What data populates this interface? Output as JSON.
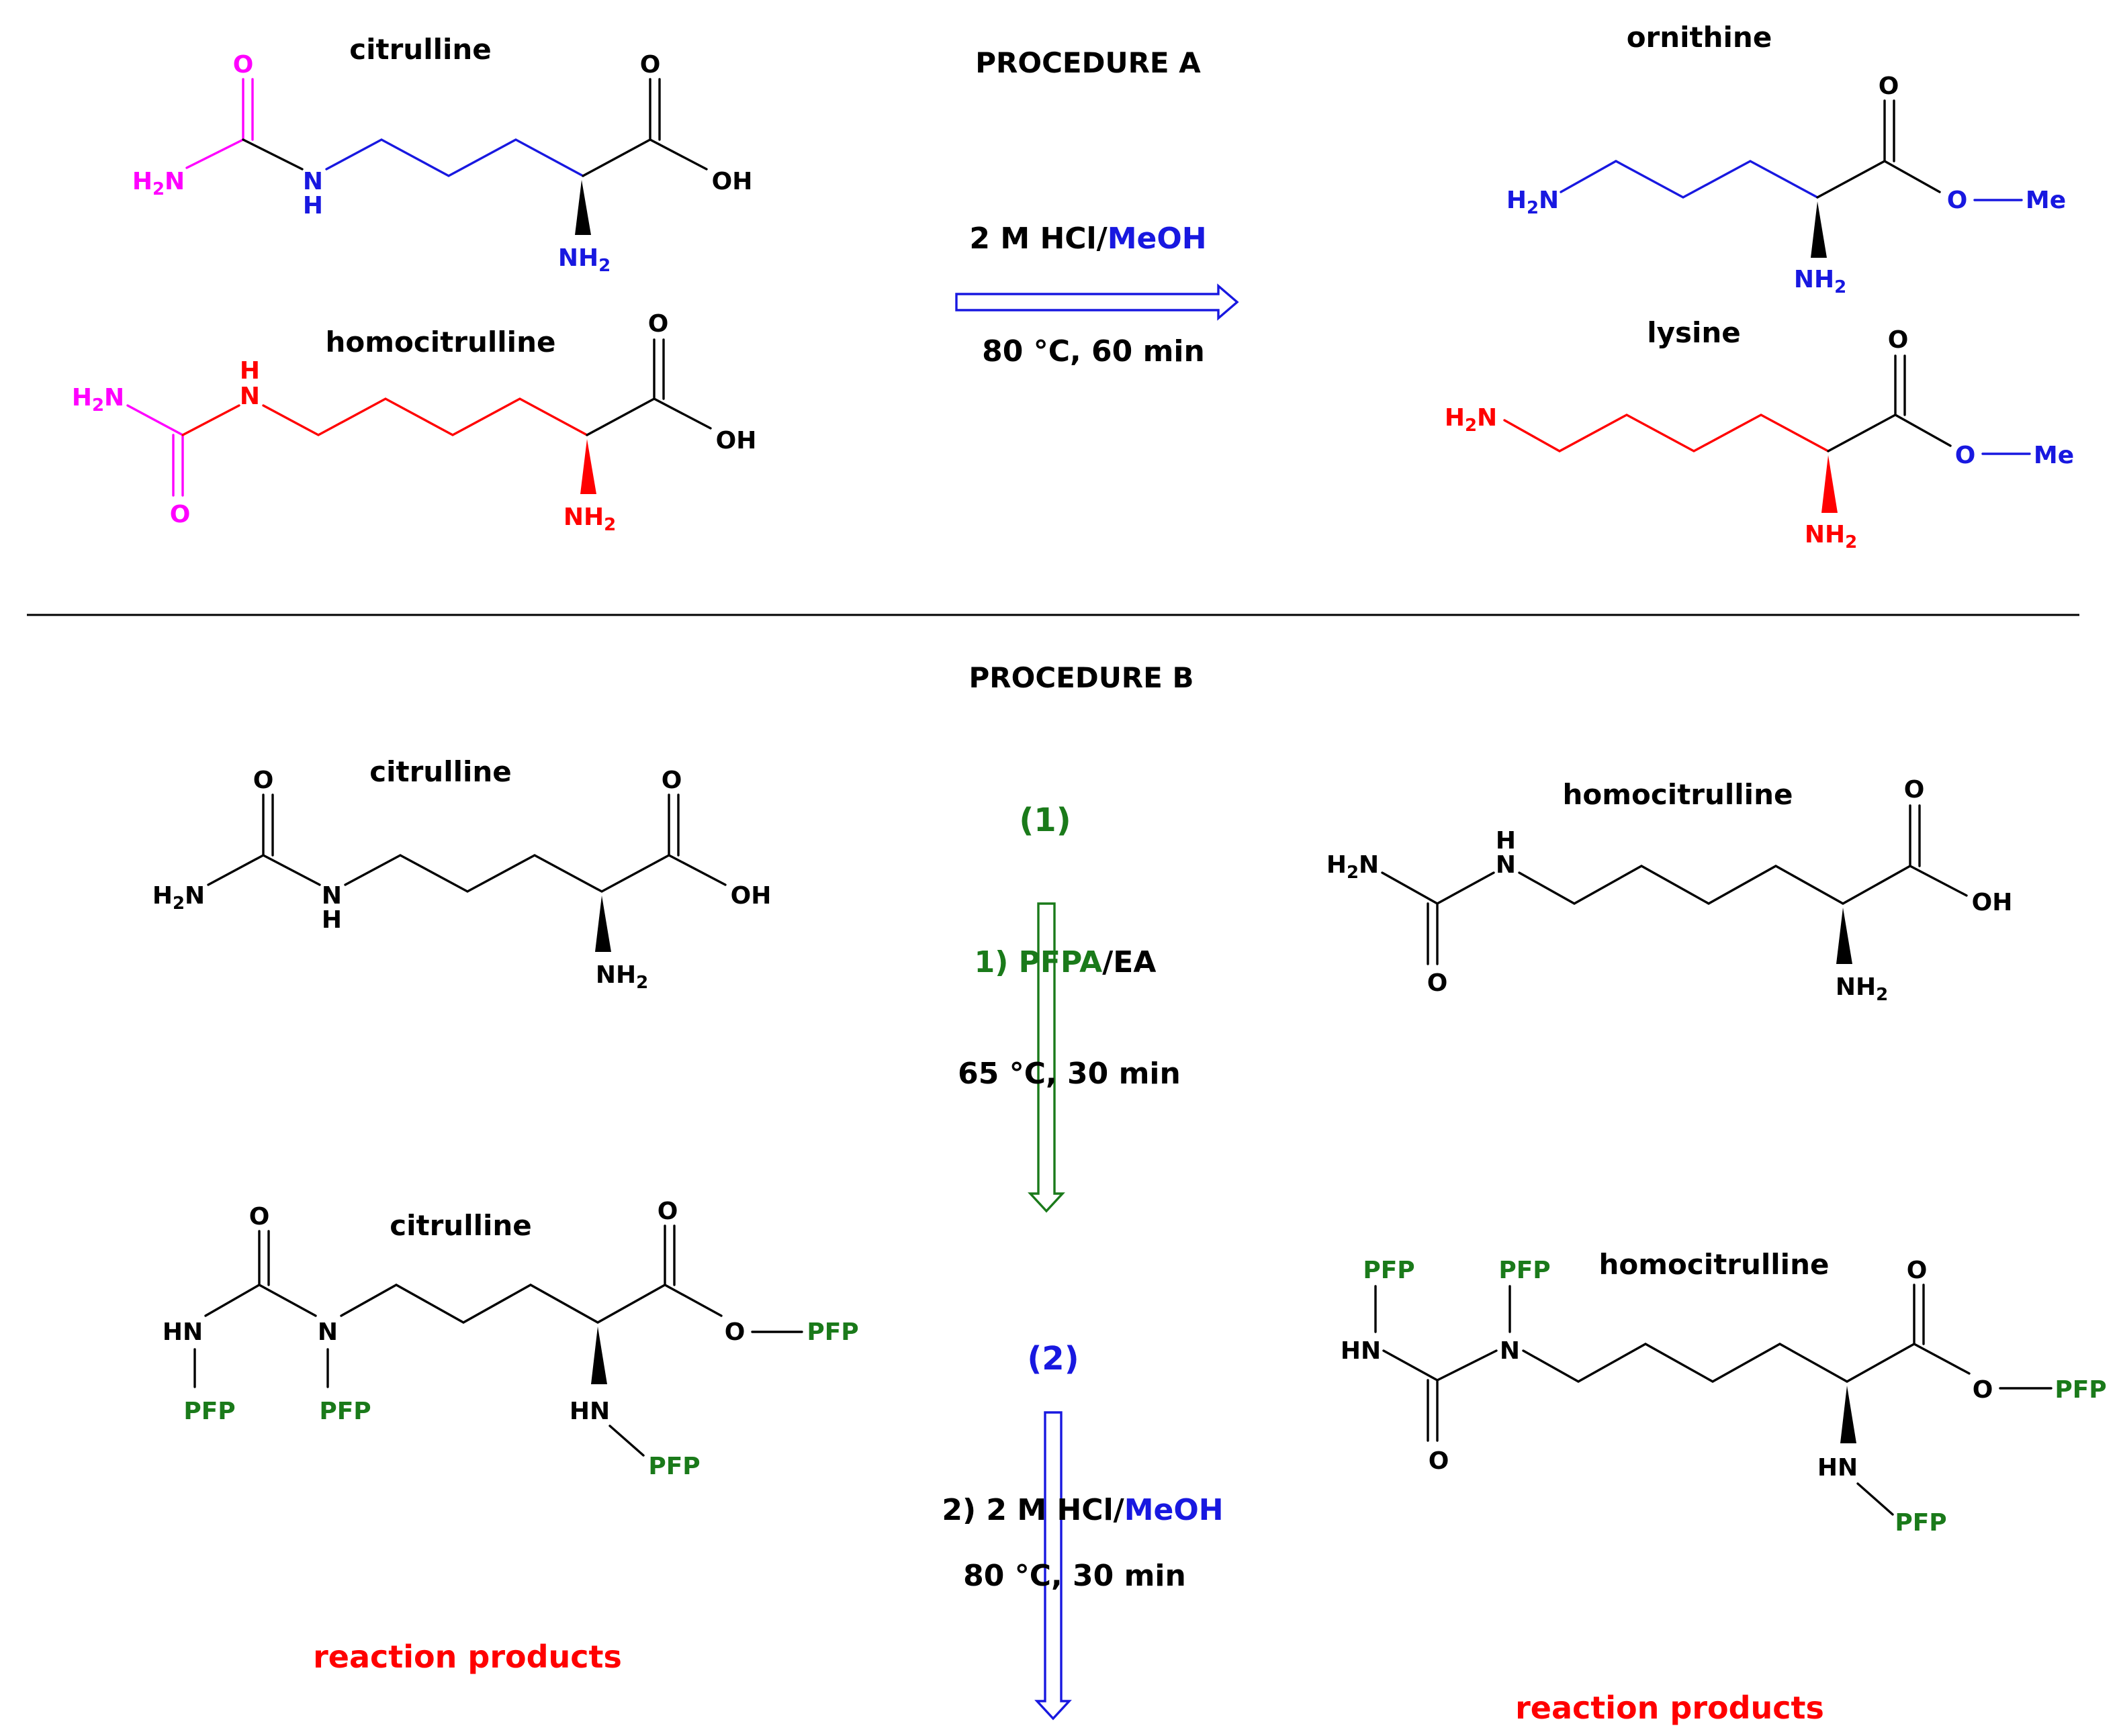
{
  "colors": {
    "black": "#000000",
    "urea": "#ff00ff",
    "ornithine_chain": "#1818e0",
    "lysine_chain": "#ff0000",
    "pfp": "#1a7a1a",
    "meoh": "#1818e0",
    "step2": "#1818e0",
    "reaction_products": "#ff0000"
  },
  "procedure_a": {
    "heading": "PROCEDURE A",
    "reagent_prefix": "2 M HCl/",
    "reagent_highlight": "MeOH",
    "conditions": "80 °C, 60 min",
    "reactants": [
      "citrulline",
      "homocitrulline"
    ],
    "products": [
      "ornithine",
      "lysine"
    ]
  },
  "procedure_b": {
    "heading": "PROCEDURE B",
    "step1_marker": "(1)",
    "step1_prefix": "1) ",
    "step1_highlight": "PFPA",
    "step1_suffix": "/EA",
    "step1_conditions": "65 °C, 30 min",
    "step2_marker": "(2)",
    "step2_prefix": "2) 2 M HCl/",
    "step2_highlight": "MeOH",
    "step2_conditions": "80 °C, 30 min",
    "reactants": [
      "citrulline",
      "homocitrulline"
    ],
    "derivatives": [
      "citrulline",
      "homocitrulline"
    ],
    "footer_left": "reaction products",
    "footer_right": "reaction products"
  },
  "atoms": {
    "O": "O",
    "OH": "OH",
    "N": "N",
    "H": "H",
    "HN": "HN",
    "NH": "NH",
    "H2N": "H",
    "sub2": "2",
    "NH2_N": "NH",
    "N_only": "N",
    "PFP": "PFP",
    "Me": "Me",
    "O_link": "O"
  }
}
